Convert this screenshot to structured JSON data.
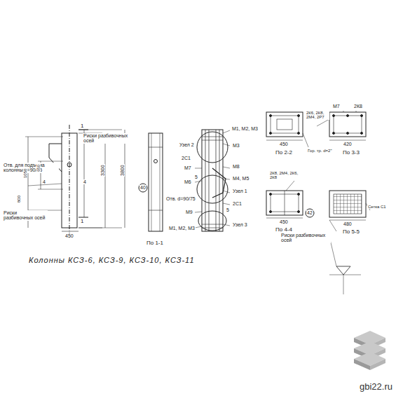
{
  "diagram": {
    "title": "Колонны КСЗ-6, КСЗ-9, КСЗ-10, КСЗ-11",
    "labels": [
      "Риски разбивочных осей",
      "Отв. для подъема колонны d=90/75",
      "Риски разбивочных осей",
      "По 1-1",
      "Узел 2",
      "2С1",
      "М1, М2, М3",
      "М3",
      "М7",
      "М6",
      "М8",
      "М4, М5",
      "Отв. d=90/75",
      "Узел 1",
      "2С1",
      "М9",
      "Узел 3",
      "М1, М2, М3",
      "450",
      "По 2-2",
      "Гор. тр. d=2\"",
      "2К6, 2К8, 2М4, 2Р7",
      "М7",
      "2К8",
      "420",
      "По 3-3",
      "2К8, 2М4, 2К6, 2К8",
      "450",
      "По 4-4",
      "42",
      "Сетка С1",
      "480",
      "По 5-5",
      "Риски разбивочных осей",
      "40",
      "3300",
      "3800",
      "450",
      "1050",
      "650",
      "800",
      "1",
      "1",
      "4",
      "4",
      "5",
      "5",
      "gbi22.ru"
    ]
  }
}
